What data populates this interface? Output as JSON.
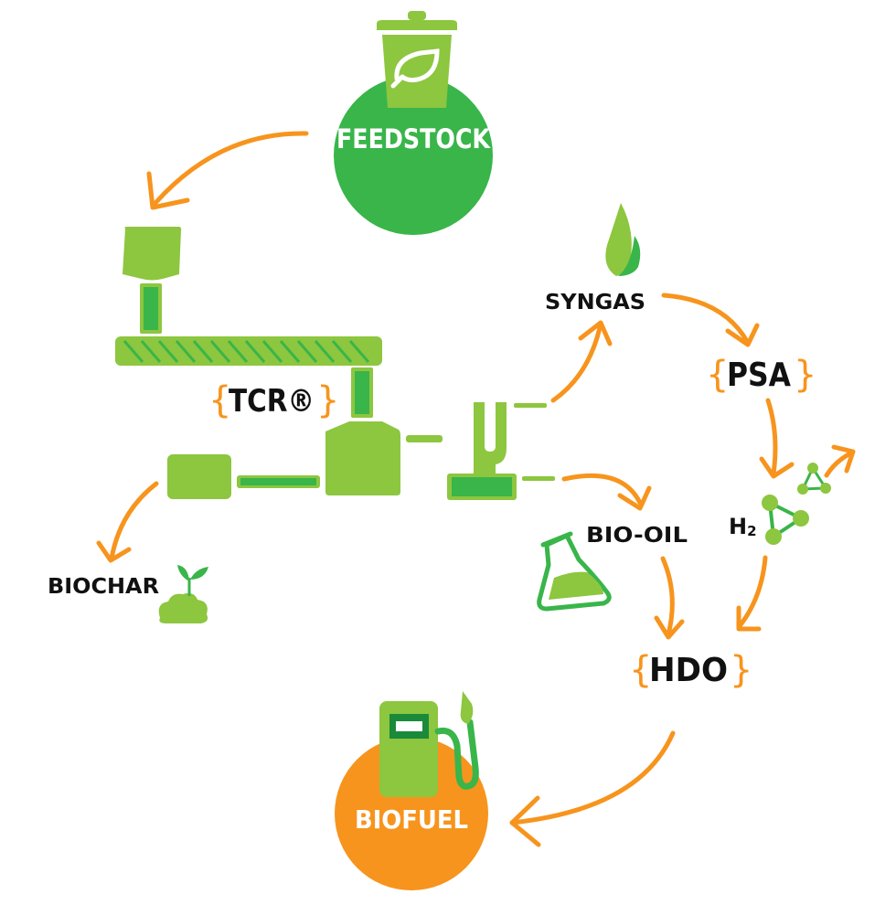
{
  "colors": {
    "orange": "#f7941d",
    "light_green": "#8dc63f",
    "dark_green": "#39b54a",
    "text": "#111111"
  },
  "nodes": {
    "feedstock": {
      "label": "FEEDSTOCK",
      "icon": "recycle-bin-leaf-icon"
    },
    "tcr": {
      "label": "TCR®",
      "brace_open": "{",
      "brace_close": "}"
    },
    "syngas": {
      "label": "SYNGAS",
      "icon": "flame-icon"
    },
    "psa": {
      "label": "PSA",
      "brace_open": "{",
      "brace_close": "}"
    },
    "h2": {
      "label": "H",
      "subscript": "2",
      "icon": "molecule-icon"
    },
    "biooil": {
      "label": "BIO-OIL",
      "icon": "flask-icon"
    },
    "hdo": {
      "label": "HDO",
      "brace_open": "{",
      "brace_close": "}"
    },
    "biochar": {
      "label": "BIOCHAR",
      "icon": "sprout-soil-icon"
    },
    "biofuel": {
      "label": "BIOFUEL",
      "icon": "fuel-pump-icon"
    }
  },
  "edges": [
    {
      "from": "FEEDSTOCK",
      "to": "TCR®"
    },
    {
      "from": "TCR®",
      "to": "SYNGAS"
    },
    {
      "from": "TCR®",
      "to": "BIO-OIL"
    },
    {
      "from": "TCR®",
      "to": "BIOCHAR"
    },
    {
      "from": "SYNGAS",
      "to": "PSA"
    },
    {
      "from": "PSA",
      "to": "H2"
    },
    {
      "from": "H2",
      "to": "HDO"
    },
    {
      "from": "BIO-OIL",
      "to": "HDO"
    },
    {
      "from": "HDO",
      "to": "BIOFUEL"
    }
  ]
}
